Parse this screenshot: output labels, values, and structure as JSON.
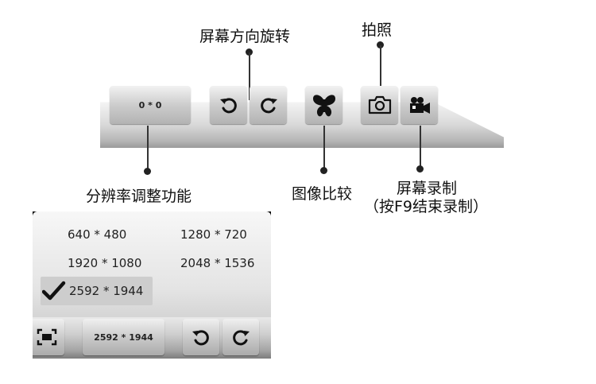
{
  "callouts": {
    "rotate": "屏幕方向旋转",
    "photo": "拍照",
    "resolution": "分辨率调整功能",
    "compare": "图像比较",
    "record_line1": "屏幕录制",
    "record_line2": "（按F9结束录制）"
  },
  "toolbar": {
    "resolution_value": "0 * 0",
    "icons": [
      "rotate-ccw-icon",
      "rotate-cw-icon",
      "butterfly-icon",
      "camera-icon",
      "video-camera-icon"
    ]
  },
  "resolution_panel": {
    "options": [
      "640 * 480",
      "1280 * 720",
      "1920 * 1080",
      "2048 * 1536",
      "2592 * 1944"
    ],
    "selected": "2592 * 1944",
    "bar_value": "2592 * 1944",
    "icons": [
      "fullscreen-icon",
      "rotate-ccw-icon",
      "rotate-cw-icon",
      "checkmark-icon"
    ]
  }
}
